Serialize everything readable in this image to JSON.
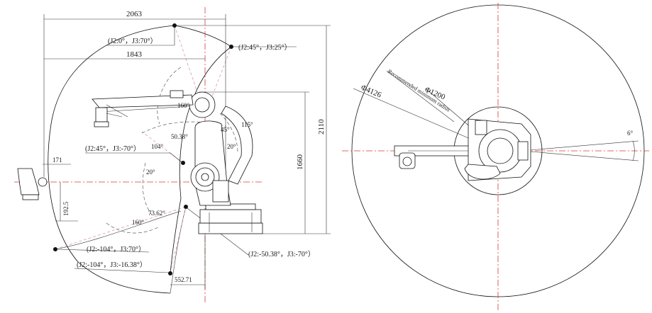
{
  "side_view": {
    "dimensions": {
      "reach_max": "2063",
      "reach_mid": "1843",
      "height_total": "2110",
      "height_base": "1660",
      "offset_171": "171",
      "offset_192": "192.5",
      "base_offset": "552.71"
    },
    "angles": {
      "a160_top": "160°",
      "a50": "50.38°",
      "a45": "45°",
      "a115": "115°",
      "a104": "104°",
      "a20_right": "20°",
      "a20_left": "20°",
      "a73": "73.62°",
      "a160_bottom": "160°"
    },
    "positions": {
      "p1": "(J2:0°，J3:70°）",
      "p2": "(J2:45°，J3:25°）",
      "p3": "(J2:45°，J3:-70°）",
      "p4": "(J2:-104°，J3:70°）",
      "p5": "(J2:-104°，J3:-16.38°）",
      "p6": "(J2:-50.38°，J3:-70°）"
    }
  },
  "top_view": {
    "dimensions": {
      "outer_diameter": "Φ4126",
      "min_diameter": "Φ1200",
      "wrist_angle": "6°"
    },
    "labels": {
      "min_radius": "Recommended minimum radius"
    }
  }
}
